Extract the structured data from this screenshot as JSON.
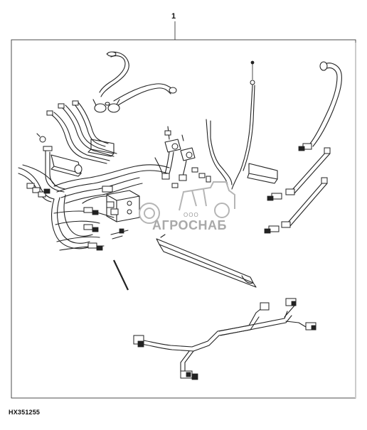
{
  "diagram": {
    "callout_number": "1",
    "figure_id": "HX351255",
    "watermark": {
      "company_prefix": "ООО",
      "company_name": "АГРОСНАБ"
    }
  }
}
